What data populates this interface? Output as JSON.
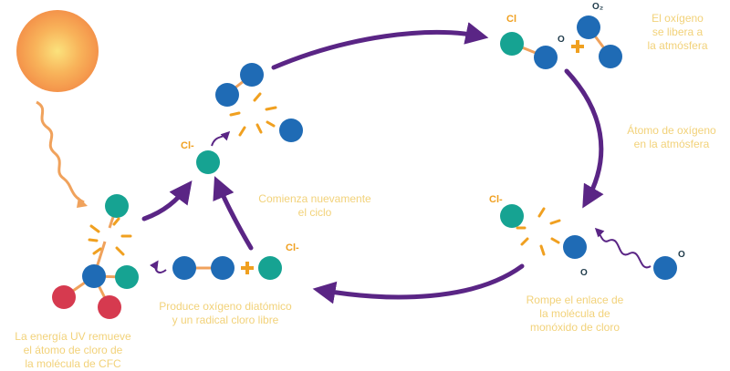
{
  "labels": {
    "cfc_uv": "La energía UV remueve\nel átomo de cloro de\nla molécula de CFC",
    "diatomic": "Produce oxígeno diatómico\ny un radical cloro libre",
    "cycle": "Comienza nuevamente\nel ciclo",
    "oxygen_atom": "Átomo de oxígeno\nen la atmósfera",
    "break_bond": "Rompe el enlace de\nla molécula de\nmonóxido de cloro",
    "o2_released": "El oxígeno\nse libera a\nla atmósfera"
  },
  "symbols": {
    "cl_radical": "Cl-",
    "cl": "Cl",
    "o2": "O₂",
    "o": "O"
  },
  "colors": {
    "sun": "#f5a04a",
    "oxygen": "#1f6bb5",
    "chlorine": "#16a392",
    "carbon": "#d63a4f",
    "arrow": "#5a2585",
    "bond": "#f0a25c",
    "spark": "#f0a020",
    "label": "#f2d27a",
    "cl_text": "#f0a020",
    "o_text": "#1e3a4a"
  }
}
